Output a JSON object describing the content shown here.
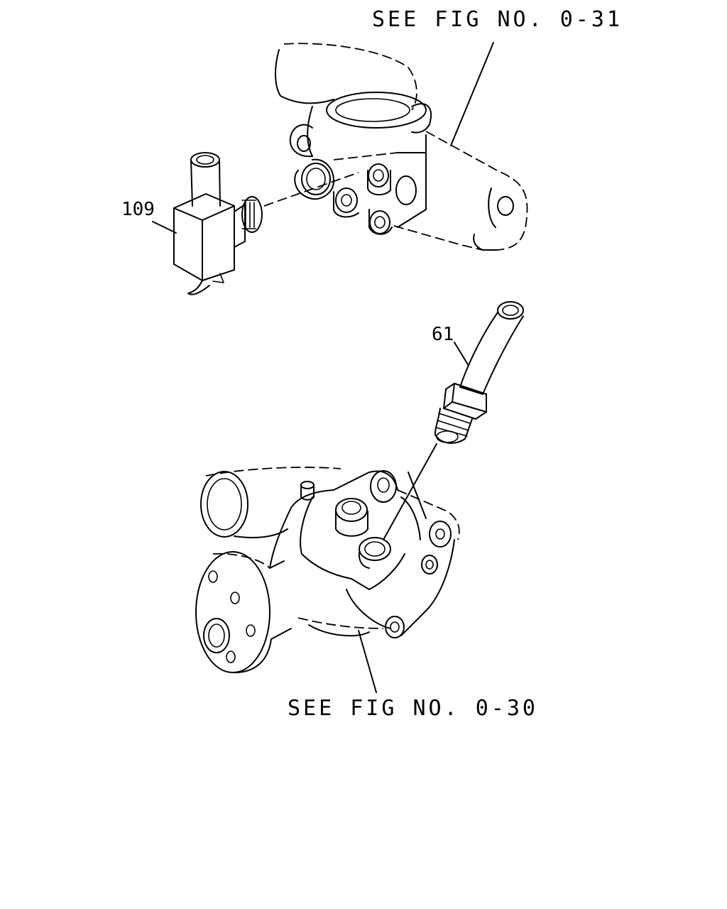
{
  "references": {
    "top": "SEE FIG NO. 0-31",
    "bottom": "SEE FIG NO. 0-30"
  },
  "callouts": {
    "part_109": "109",
    "part_61": "61"
  },
  "colors": {
    "line": "#000000",
    "background": "#ffffff"
  }
}
